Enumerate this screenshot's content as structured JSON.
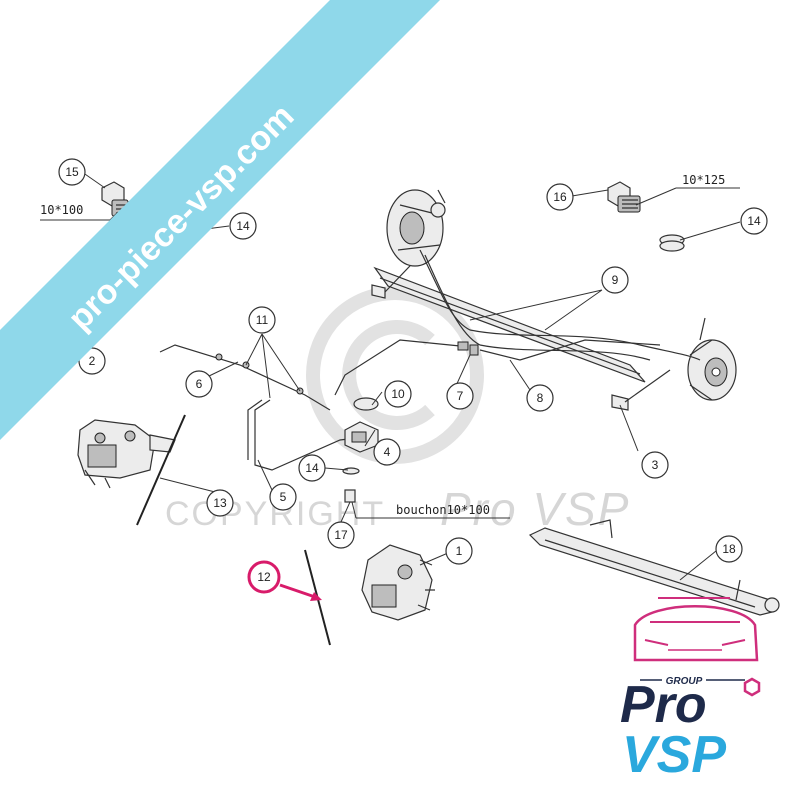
{
  "callouts": [
    {
      "number": "1"
    },
    {
      "number": "2"
    },
    {
      "number": "3"
    },
    {
      "number": "4"
    },
    {
      "number": "5"
    },
    {
      "number": "6"
    },
    {
      "number": "7"
    },
    {
      "number": "8"
    },
    {
      "number": "9"
    },
    {
      "number": "10"
    },
    {
      "number": "11"
    },
    {
      "number": "12"
    },
    {
      "number": "13"
    },
    {
      "number": "14"
    },
    {
      "number": "14"
    },
    {
      "number": "14"
    },
    {
      "number": "15"
    },
    {
      "number": "16"
    },
    {
      "number": "17"
    },
    {
      "number": "18"
    }
  ],
  "specs": {
    "bolt_15": "10*100",
    "bolt_16": "10*125",
    "plug_17": "bouchon10*100"
  },
  "watermark": {
    "banner": "pro-piece-vsp.com",
    "copyright_word": "COPYRIGHT",
    "copyright_brand": "Pro VSP"
  },
  "logo": {
    "group_label": "GROUP",
    "line1": "Pro",
    "line2": "VSP"
  },
  "colors": {
    "banner": "#8fd8ea",
    "highlight": "#d81b6a",
    "logo_navy": "#1e2a4a",
    "logo_cyan": "#2aa8dd",
    "logo_magenta": "#cf2e7c"
  },
  "icons": [
    "copyright-icon",
    "car-outline-icon",
    "hexagon-icon"
  ]
}
